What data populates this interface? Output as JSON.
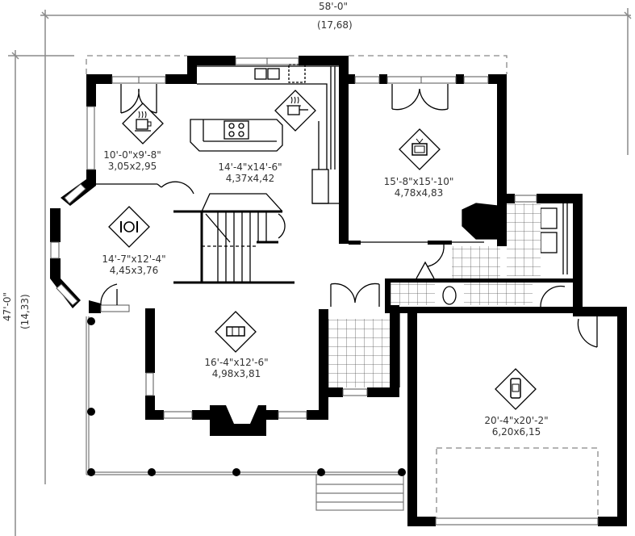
{
  "plan": {
    "overall_width": {
      "imperial": "58'-0\"",
      "metric": "(17,68)"
    },
    "overall_depth": {
      "imperial": "47'-0\"",
      "metric": "(14,33)"
    },
    "rooms": [
      {
        "id": "dinette",
        "icon": "coffee-cup-icon",
        "imperial": "10'-0\"x9'-8\"",
        "metric": "3,05x2,95"
      },
      {
        "id": "kitchen",
        "icon": "cooking-pot-icon",
        "imperial": "14'-4\"x14'-6\"",
        "metric": "4,37x4,42"
      },
      {
        "id": "family-room",
        "icon": "tv-icon",
        "imperial": "15'-8\"x15'-10\"",
        "metric": "4,78x4,83"
      },
      {
        "id": "dining-room",
        "icon": "plate-cutlery-icon",
        "imperial": "14'-7\"x12'-4\"",
        "metric": "4,45x3,76"
      },
      {
        "id": "living-room",
        "icon": "sofa-icon",
        "imperial": "16'-4\"x12'-6\"",
        "metric": "4,98x3,81"
      },
      {
        "id": "garage",
        "icon": "car-icon",
        "imperial": "20'-4\"x20'-2\"",
        "metric": "6,20x6,15"
      }
    ]
  }
}
